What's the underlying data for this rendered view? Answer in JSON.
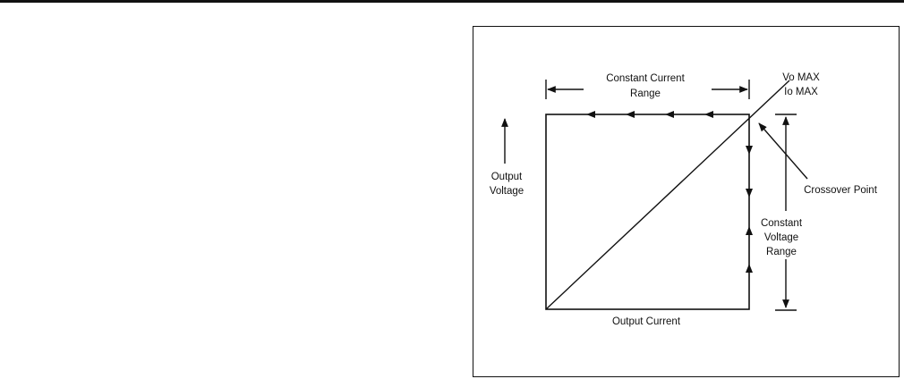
{
  "diagram": {
    "cc_range_label_line1": "Constant Current",
    "cc_range_label_line2": "Range",
    "vo_max_label": "Vo MAX",
    "io_max_label": "Io MAX",
    "y_axis_label_line1": "Output",
    "y_axis_label_line2": "Voltage",
    "crossover_label": "Crossover Point",
    "cv_range_label_line1": "Constant",
    "cv_range_label_line2": "Voltage",
    "cv_range_label_line3": "Range",
    "x_axis_label": "Output Current"
  },
  "colors": {
    "ink": "#111111",
    "background": "#ffffff"
  }
}
